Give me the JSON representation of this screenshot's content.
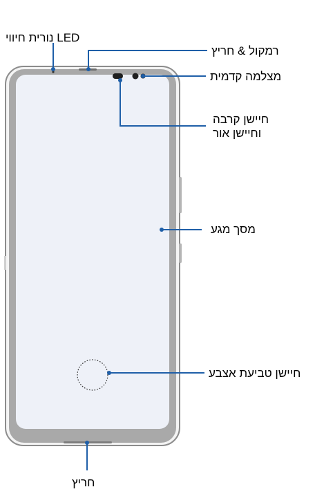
{
  "colors": {
    "callout": "#1f5fa8",
    "phone_body": "#a9a9a9",
    "phone_frame": "#e2e2e2",
    "screen": "#eef1f8"
  },
  "labels": {
    "led": "LED נורית חיווי",
    "speaker_mic": "רמקול & חריץ",
    "front_camera": "מצלמה קדמית",
    "proximity_line1": "חיישן קרבה",
    "proximity_line2": "וחיישן אור",
    "touch_screen": "מסך מגע",
    "fingerprint": "חיישן טביעת אצבע",
    "bottom_slot": "חריץ"
  }
}
